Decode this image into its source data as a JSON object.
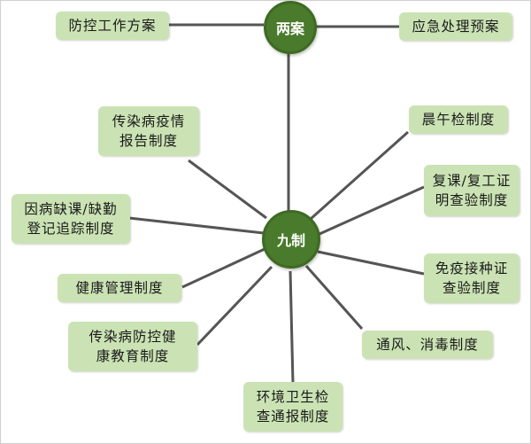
{
  "hubs": {
    "top": "两案",
    "center": "九制"
  },
  "nodes": {
    "plan_prevention": "防控工作方案",
    "plan_emergency": "应急处理预案",
    "report": "传染病疫情\n报告制度",
    "morning_check": "晨午检制度",
    "absence": "因病缺课/缺勤\n登记追踪制度",
    "resume_check": "复课/复工证\n明查验制度",
    "health_mgmt": "健康管理制度",
    "vaccine_check": "免疫接种证\n查验制度",
    "education": "传染病防控健\n康教育制度",
    "ventilation": "通风、消毒制度",
    "sanitation": "环境卫生检\n查通报制度"
  },
  "colors": {
    "box_fill": "#cbe3b4",
    "hub_fill": "#4a7a2c",
    "line": "#555555"
  }
}
